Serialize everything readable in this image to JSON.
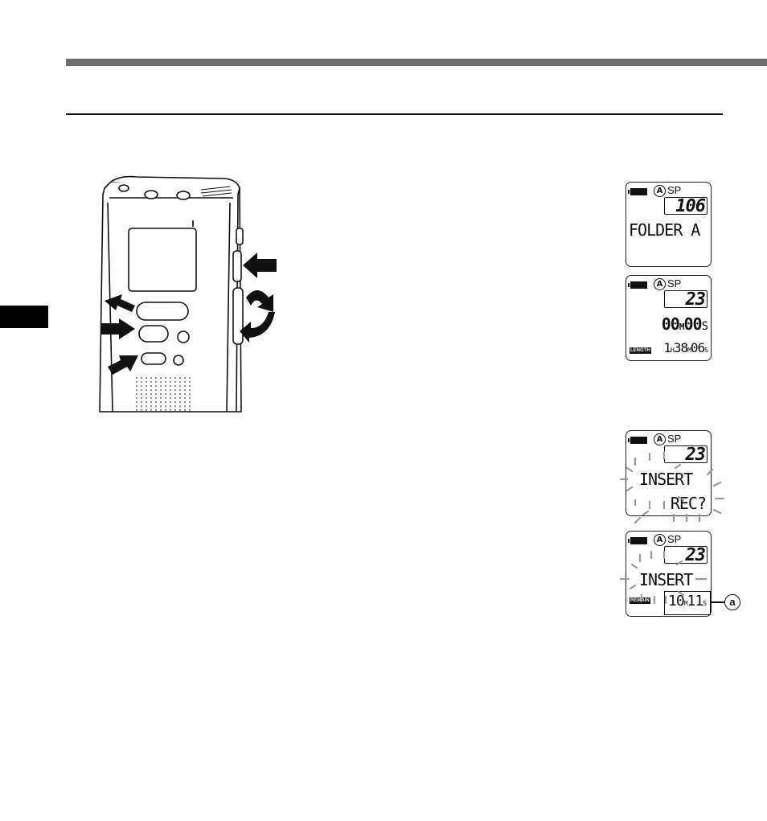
{
  "lcd1": {
    "mode": "SP",
    "folder": "A",
    "file_number": "106",
    "line": "FOLDER A"
  },
  "lcd2": {
    "mode": "SP",
    "folder": "A",
    "file_number": "23",
    "time_min": "00",
    "time_sec": "00",
    "unit_m": "M",
    "unit_s": "S",
    "tag": "LENGTH",
    "length_h": "1",
    "length_m": "38",
    "length_s": "06",
    "length_unit_h": "H",
    "length_unit_m": "M",
    "length_unit_s": "S"
  },
  "lcd3": {
    "mode": "SP",
    "folder": "A",
    "file_number": "23",
    "line1": "INSERT",
    "line2": "REC?"
  },
  "lcd4": {
    "mode": "SP",
    "folder": "A",
    "file_number": "23",
    "line1": "INSERT",
    "tag": "REMAIN",
    "remain_m": "10",
    "remain_s": "11",
    "unit_m": "M",
    "unit_s": "S"
  },
  "callout": {
    "label": "a"
  },
  "icons": [
    "battery-icon",
    "arrow-icon",
    "recorder-device"
  ]
}
